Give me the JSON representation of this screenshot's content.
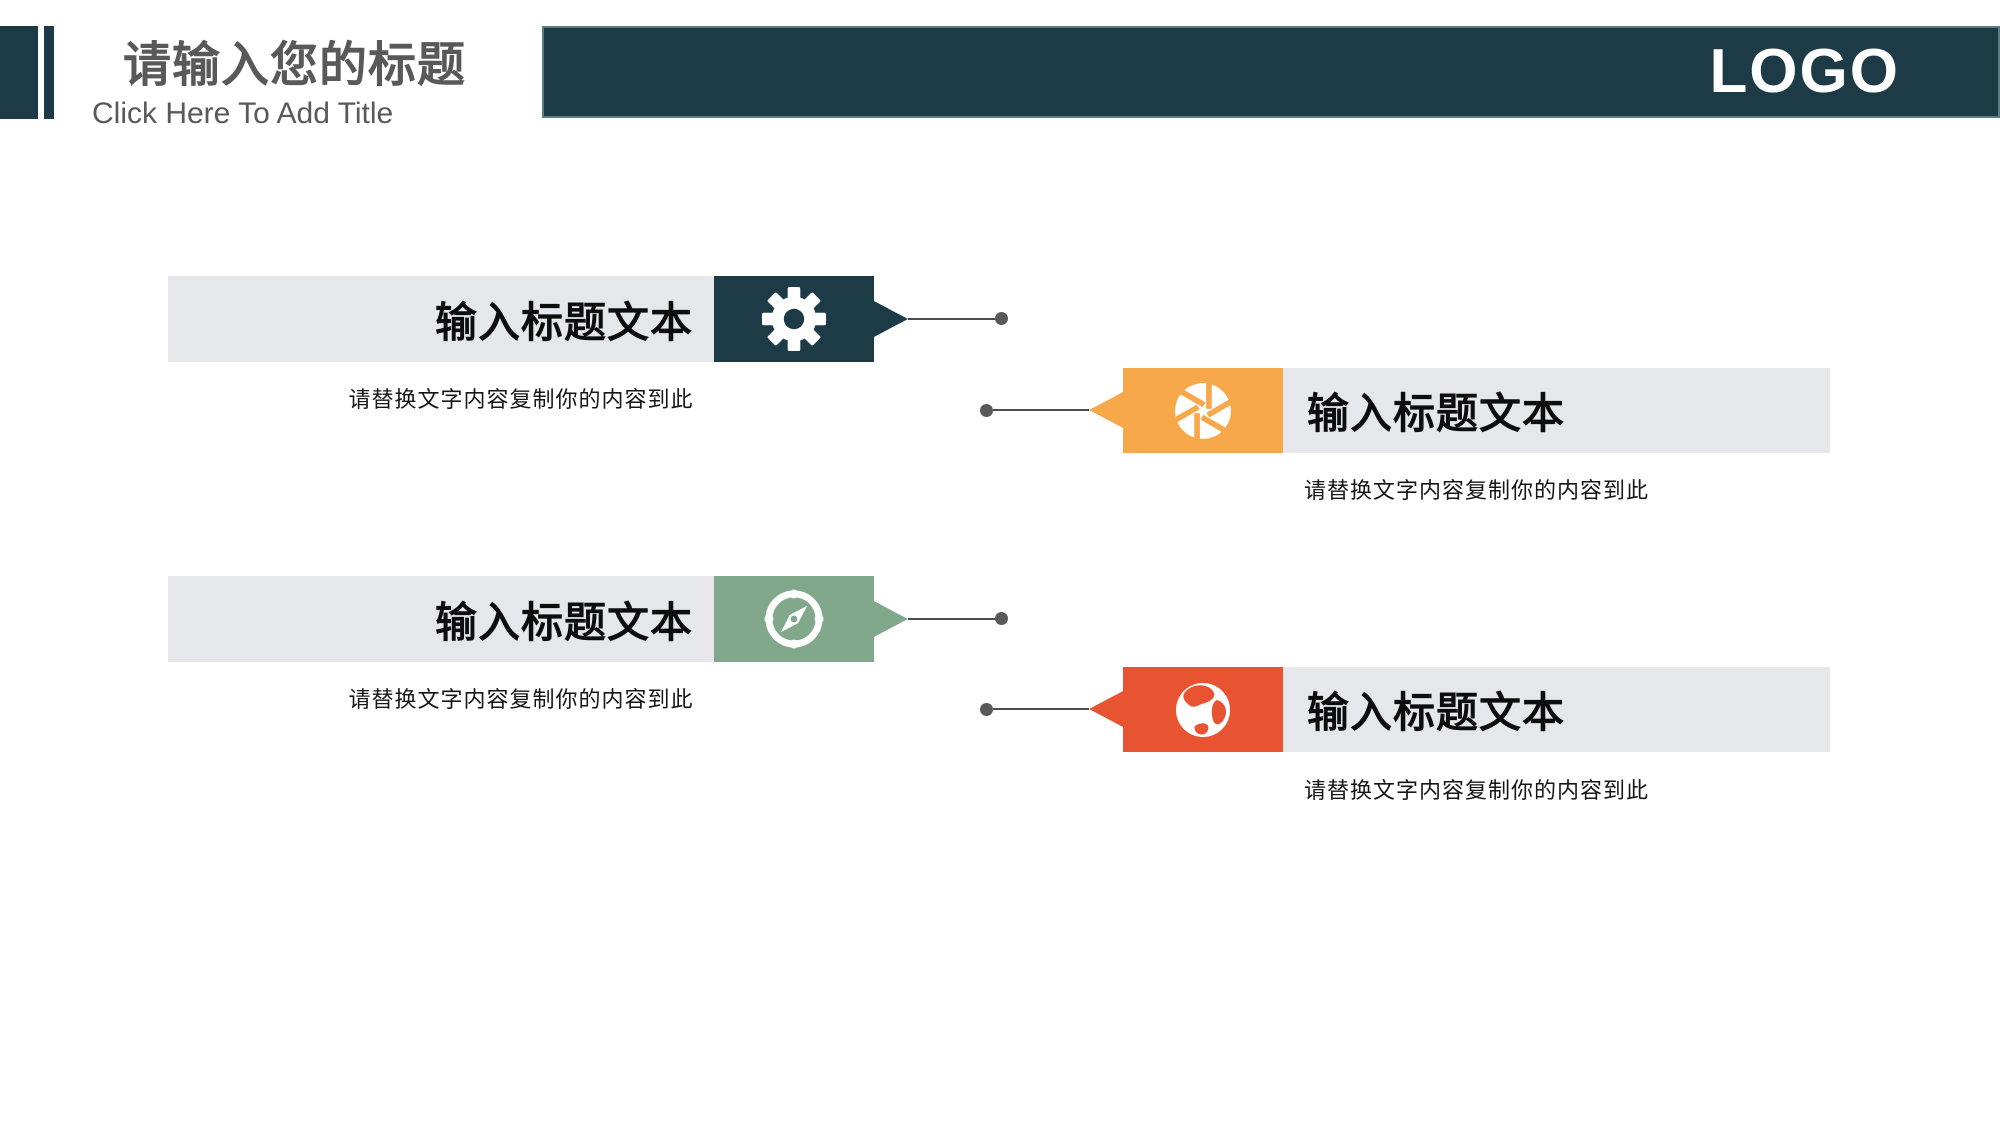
{
  "header": {
    "title": "请输入您的标题",
    "subtitle": "Click Here To Add Title",
    "logo": "LOGO",
    "accent_color": "#1C3B46"
  },
  "items": [
    {
      "title": "输入标题文本",
      "desc": "请替换文字内容复制你的内容到此",
      "color": "#1C3B46",
      "icon": "gear-icon",
      "side": "left"
    },
    {
      "title": "输入标题文本",
      "desc": "请替换文字内容复制你的内容到此",
      "color": "#F7A84B",
      "icon": "aperture-icon",
      "side": "right"
    },
    {
      "title": "输入标题文本",
      "desc": "请替换文字内容复制你的内容到此",
      "color": "#82A88C",
      "icon": "compass-icon",
      "side": "left"
    },
    {
      "title": "输入标题文本",
      "desc": "请替换文字内容复制你的内容到此",
      "color": "#E85431",
      "icon": "globe-icon",
      "side": "right"
    }
  ],
  "colors": {
    "bar_bg": "#E6E7EA",
    "connector": "#4D4D4D",
    "dot": "#595959",
    "header_text": "#595959",
    "banner_title_text": "#0D0D0D",
    "desc_text": "#161616",
    "logo_text": "#FFFFFF",
    "header_bar_border": "#5D7D85"
  }
}
